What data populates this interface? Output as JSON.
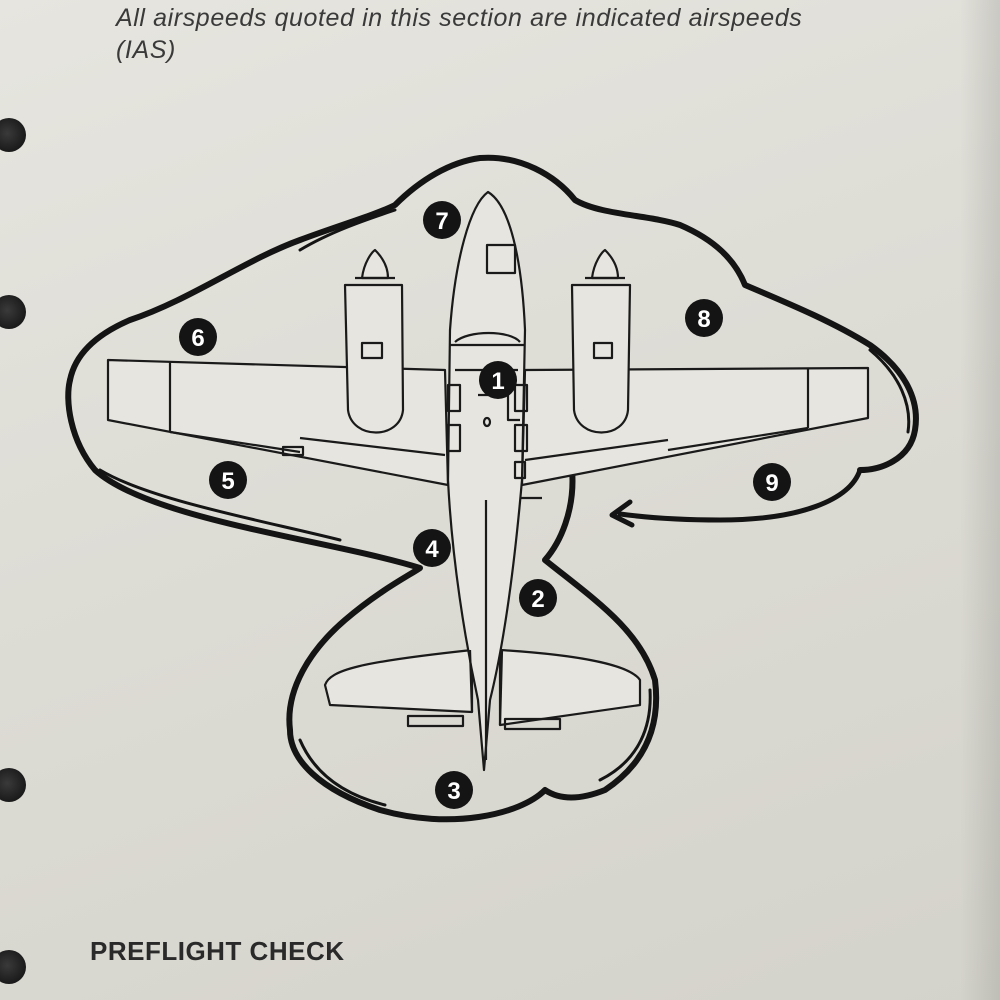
{
  "header": {
    "line1": "All airspeeds quoted in this section are indicated airspeeds",
    "line2": "(IAS)"
  },
  "footer": {
    "title": "PREFLIGHT CHECK"
  },
  "stations": [
    "1",
    "2",
    "3",
    "4",
    "5",
    "6",
    "7",
    "8",
    "9"
  ],
  "colors": {
    "ink": "#141414",
    "paper": "#e2e1da",
    "text": "#3a3a3a"
  }
}
